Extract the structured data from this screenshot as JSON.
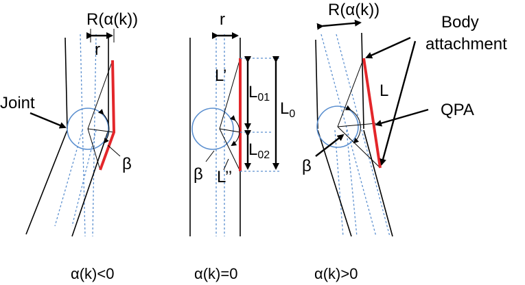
{
  "panels": [
    {
      "caption": "α(k)<0",
      "labels": {
        "R": "R(α(k))",
        "r": "r",
        "beta": "β",
        "joint": "Joint"
      }
    },
    {
      "caption": "α(k)=0",
      "labels": {
        "r": "r",
        "L_prime": "L’",
        "L_dprime": "L’’",
        "beta": "β",
        "L01_base": "L",
        "L01_sub": "01",
        "L02_base": "L",
        "L02_sub": "02",
        "L0_base": "L",
        "L0_sub": "0"
      }
    },
    {
      "caption": "α(k)>0",
      "labels": {
        "R": "R(α(k))",
        "L": "L",
        "beta": "β",
        "qpa": "QPA",
        "body_line1": "Body",
        "body_line2": "attachment"
      }
    }
  ],
  "colors": {
    "limb": "#000000",
    "dashed": "#5b8fcf",
    "actuator": "#e3262a",
    "joint": "#5b8fcf"
  }
}
